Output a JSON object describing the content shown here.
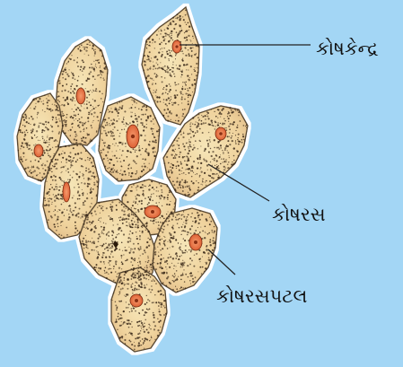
{
  "colors": {
    "background": "#a3d6f5",
    "cell_fill": "#f0d7a4",
    "cell_outline": "#5a4a33",
    "nucleus_fill": "#e8703f",
    "nucleolus": "#8a2f12",
    "halo": "#ffffff",
    "dots": "#3b2a1a",
    "leader_line": "#222222"
  },
  "labels": {
    "nucleus": "કોષકેન્દ્ર",
    "cytoplasm": "કોષરસ",
    "cell_membrane": "કોષરસપટલ"
  }
}
